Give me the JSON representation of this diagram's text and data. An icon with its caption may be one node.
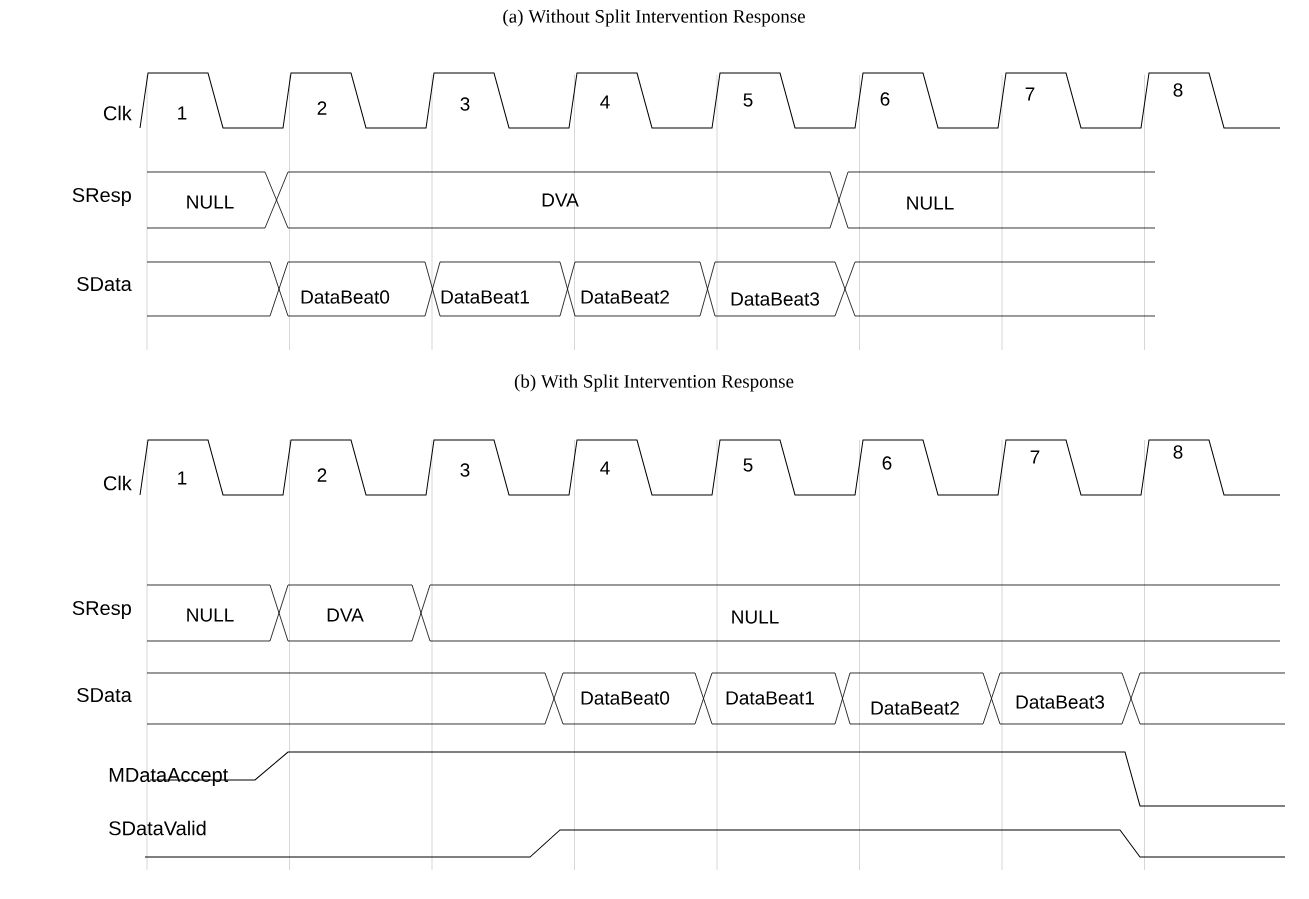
{
  "diagram": {
    "labels": [
      "(a) Without Split Intervention Response",
      "Clk",
      "1",
      "2",
      "3",
      "4",
      "5",
      "6",
      "7",
      "8",
      "SResp",
      "NULL",
      "DVA",
      "NULL",
      "SData",
      "DataBeat0",
      "DataBeat1",
      "DataBeat2",
      "DataBeat3",
      "(b) With Split Intervention Response",
      "Clk",
      "1",
      "2",
      "3",
      "4",
      "5",
      "6",
      "7",
      "8",
      "SResp",
      "NULL",
      "DVA",
      "NULL",
      "SData",
      "DataBeat0",
      "DataBeat1",
      "DataBeat2",
      "DataBeat3",
      "MDataAccept",
      "SDataValid"
    ]
  }
}
